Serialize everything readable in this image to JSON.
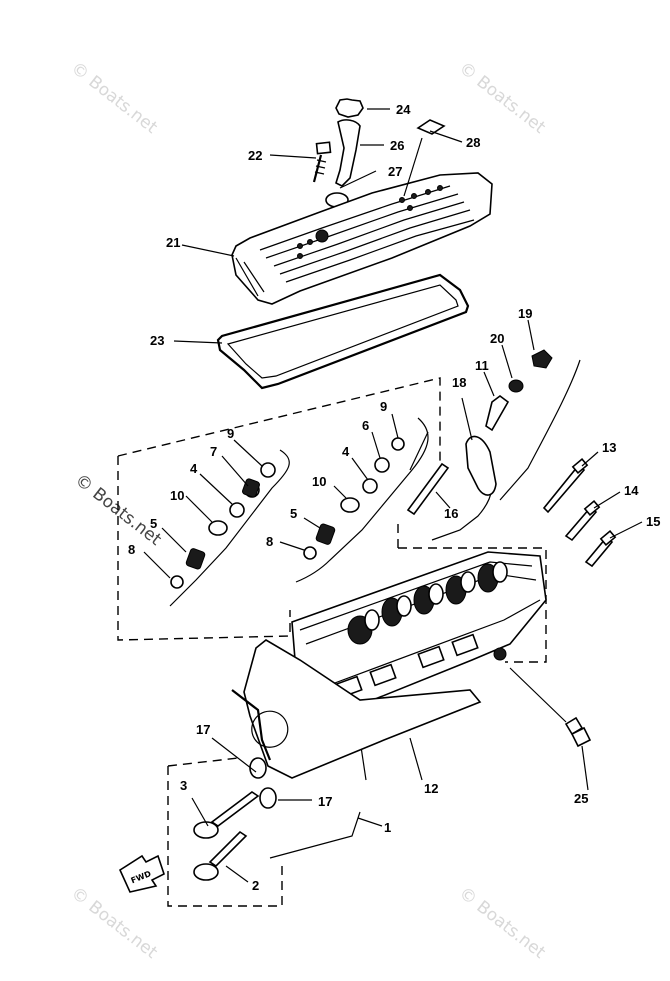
{
  "watermarks": [
    "© Boats.net",
    "© Boats.net",
    "© Boats.net",
    "© Boats.net",
    "© Boats.net"
  ],
  "callouts": {
    "c1": "1",
    "c2": "2",
    "c3": "3",
    "c4a": "4",
    "c4b": "4",
    "c5a": "5",
    "c5b": "5",
    "c6": "6",
    "c7": "7",
    "c8a": "8",
    "c8b": "8",
    "c9a": "9",
    "c9b": "9",
    "c10a": "10",
    "c10b": "10",
    "c11": "11",
    "c12": "12",
    "c13": "13",
    "c14": "14",
    "c15": "15",
    "c16": "16",
    "c17a": "17",
    "c17b": "17",
    "c18": "18",
    "c19": "19",
    "c20": "20",
    "c21": "21",
    "c22": "22",
    "c23": "23",
    "c24": "24",
    "c25": "25",
    "c26": "26",
    "c27": "27",
    "c28": "28"
  },
  "fwd_label": "FWD"
}
